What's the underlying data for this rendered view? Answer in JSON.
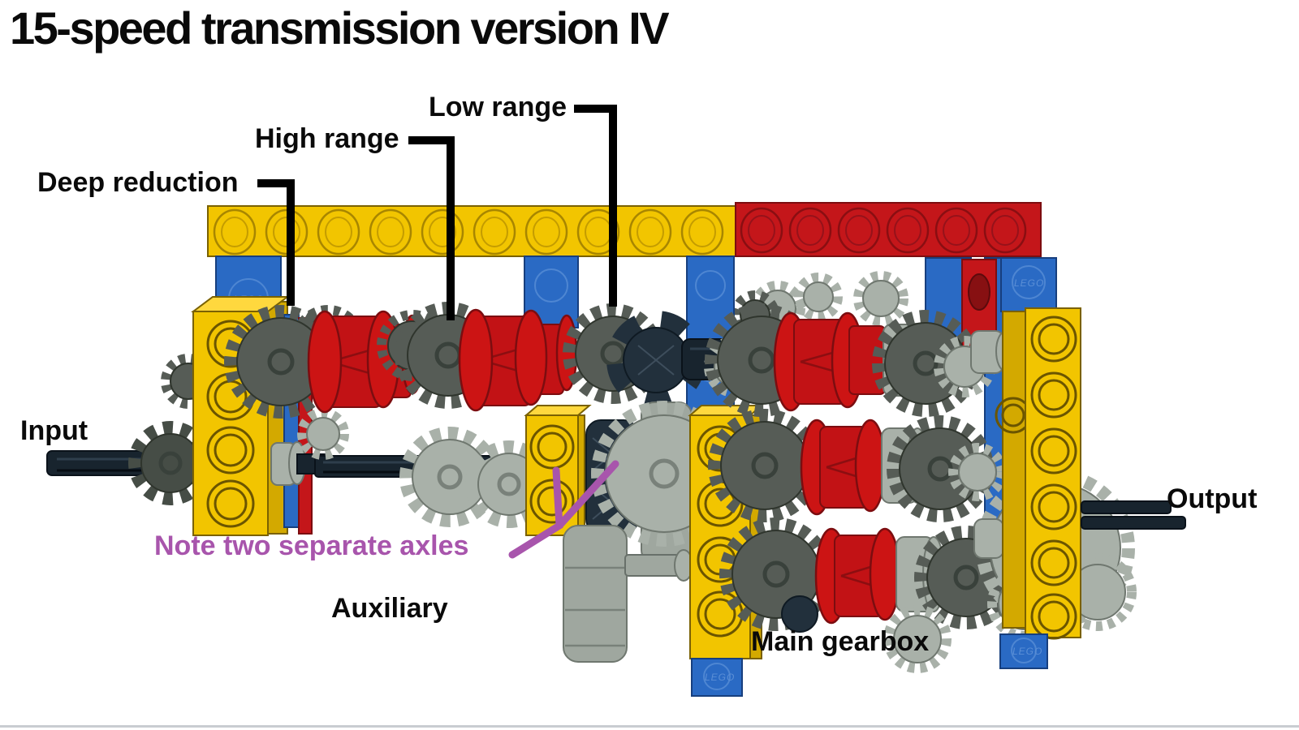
{
  "title": "15-speed transmission version IV",
  "labels": {
    "deep_reduction": "Deep reduction",
    "high_range": "High range",
    "low_range": "Low range",
    "input": "Input",
    "output": "Output",
    "note_axles": "Note two separate axles",
    "auxiliary": "Auxiliary",
    "main_gearbox": "Main gearbox"
  },
  "stud_text": "LEGO",
  "colors": {
    "lego_yellow": "#F2C500",
    "lego_red": "#C4161A",
    "lego_blue": "#2A6AC4",
    "gear_dark_gray": "#565C56",
    "gear_light_gray": "#A9B1A9",
    "axle_dark_navy": "#18242E",
    "callout_line": "#000000",
    "note_purple": "#A855AC",
    "label_text": "#000000",
    "background": "#FFFFFF"
  }
}
